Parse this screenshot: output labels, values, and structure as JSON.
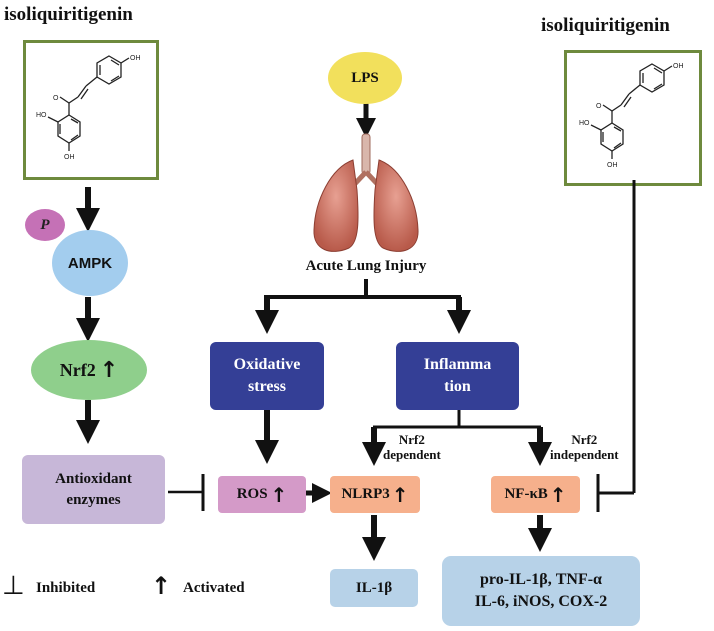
{
  "molecule_left": {
    "title": "isoliquiritigenin",
    "oh_top": "OH",
    "oh_left": "HO",
    "oh_bottom": "OH",
    "carbonyl": "O"
  },
  "molecule_right": {
    "title": "isoliquiritigenin",
    "oh_top": "OH",
    "oh_left": "HO",
    "oh_bottom": "OH",
    "carbonyl": "O"
  },
  "left_pathway": {
    "phospho": "P",
    "ampk": "AMPK",
    "nrf2": "Nrf2",
    "nrf2_arrow": "↑",
    "antioxidant_line1": "Antioxidant",
    "antioxidant_line2": "enzymes"
  },
  "center": {
    "lps": "LPS",
    "injury": "Acute Lung Injury",
    "oxidative_line1": "Oxidative",
    "oxidative_line2": "stress",
    "inflammation_line1": "Inflamma",
    "inflammation_line2": "tion",
    "ros": "ROS",
    "ros_arrow": "↑",
    "nlrp3": "NLRP3",
    "nlrp3_arrow": "↑",
    "il1b": "IL-1β",
    "nfkb": "NF-κB",
    "nfkb_arrow": "↑",
    "cytokines_line1": "pro-IL-1β, TNF-α",
    "cytokines_line2": "IL-6, iNOS, COX-2",
    "nrf2_dependent_line1": "Nrf2",
    "nrf2_dependent_line2": "dependent",
    "nrf2_independent_line1": "Nrf2",
    "nrf2_independent_line2": "independent"
  },
  "legend": {
    "inhibited_symbol": "⊥",
    "inhibited": "Inhibited",
    "activated_symbol": "↑",
    "activated": "Activated"
  },
  "colors": {
    "molecule_border": "#6e8a3d",
    "ampk": "#a3cdee",
    "nrf2": "#8fcf8c",
    "antioxidant": "#c7b7d8",
    "lps": "#f2e05c",
    "pathway_box": "#343f96",
    "ros": "#d49ac8",
    "nlrp3": "#f6b08c",
    "nfkb": "#f6b08c",
    "output": "#b7d2e8",
    "phospho": "#c571b6",
    "lung": "#d37b68"
  }
}
